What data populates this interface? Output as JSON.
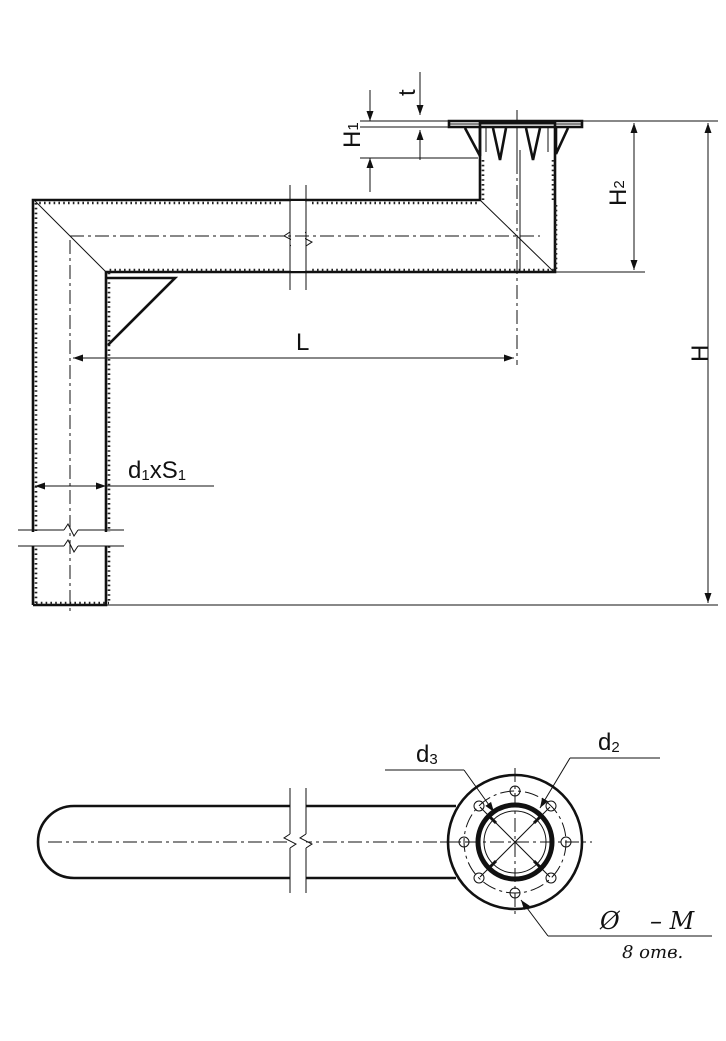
{
  "labels": {
    "t": "t",
    "h1_main": "H",
    "h1_sub": "1",
    "h2_main": "H",
    "h2_sub": "2",
    "h": "H",
    "l": "L",
    "d1": "d",
    "d1_sub": "1",
    "x": "x",
    "s1": "S",
    "s1_sub": "1",
    "d3": "d",
    "d3_sub": "3",
    "d2": "d",
    "d2_sub": "2",
    "phi": "Ø",
    "m": "– M",
    "holes": "8 отв."
  },
  "colors": {
    "ink": "#111111",
    "paper": "#ffffff"
  }
}
